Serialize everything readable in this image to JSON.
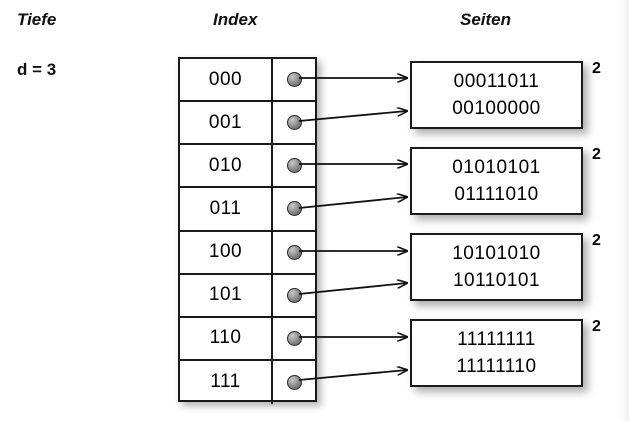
{
  "headings": {
    "depth": "Tiefe",
    "index": "Index",
    "pages": "Seiten"
  },
  "depth": {
    "label": "d = 3"
  },
  "index_table": {
    "rows": [
      {
        "key": "000",
        "pointer": "pointer-dot"
      },
      {
        "key": "001",
        "pointer": "pointer-dot"
      },
      {
        "key": "010",
        "pointer": "pointer-dot"
      },
      {
        "key": "011",
        "pointer": "pointer-dot"
      },
      {
        "key": "100",
        "pointer": "pointer-dot"
      },
      {
        "key": "101",
        "pointer": "pointer-dot"
      },
      {
        "key": "110",
        "pointer": "pointer-dot"
      },
      {
        "key": "111",
        "pointer": "pointer-dot"
      }
    ]
  },
  "pages": [
    {
      "line1": "00011011",
      "line2": "00100000",
      "count": "2"
    },
    {
      "line1": "01010101",
      "line2": "01111010",
      "count": "2"
    },
    {
      "line1": "10101010",
      "line2": "10110101",
      "count": "2"
    },
    {
      "line1": "11111111",
      "line2": "11111110",
      "count": "2"
    }
  ],
  "colors": {
    "background": "#ffffff",
    "stroke": "#1a1a1a",
    "text": "#000000",
    "pointer_dot": "#8a8a8a"
  }
}
